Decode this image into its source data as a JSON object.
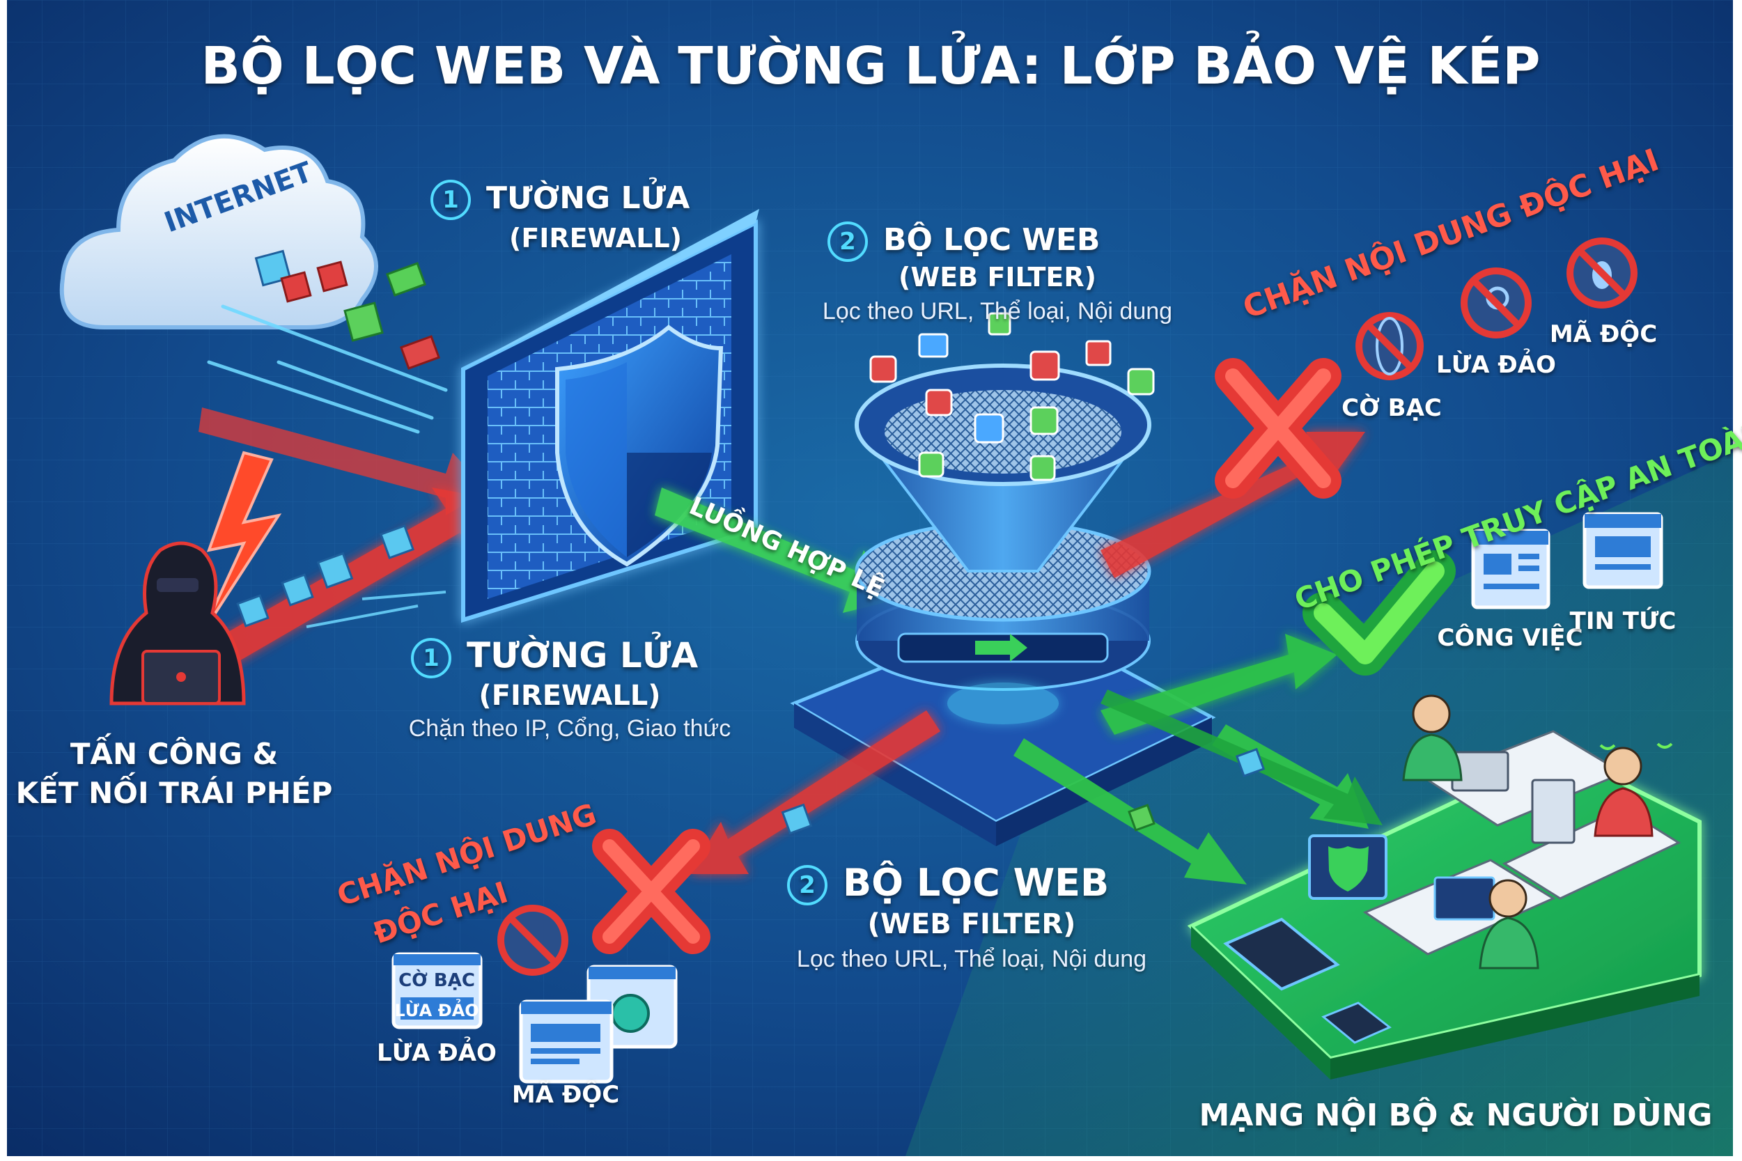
{
  "title": "BỘ LỌC WEB VÀ TƯỜNG LỬA: LỚP BẢO VỆ KÉP",
  "internet": {
    "label": "INTERNET"
  },
  "firewall_top": {
    "number": "1",
    "title": "TƯỜNG LỬA",
    "subtitle": "(FIREWALL)"
  },
  "webfilter_top": {
    "number": "2",
    "title": "BỘ LỌC WEB",
    "subtitle": "(WEB FILTER)",
    "description": "Lọc theo URL, Thể loại, Nội dung"
  },
  "firewall_bottom": {
    "number": "1",
    "title": "TƯỜNG LỬA",
    "subtitle": "(FIREWALL)",
    "description": "Chặn theo IP, Cổng, Giao thức"
  },
  "webfilter_bottom": {
    "number": "2",
    "title": "BỘ LỌC WEB",
    "subtitle": "(WEB FILTER)",
    "description": "Lọc theo URL, Thể loại, Nội dung"
  },
  "valid_flow": {
    "label": "LUỒNG HỢP LỆ"
  },
  "attacker": {
    "line1": "TẤN CÔNG &",
    "line2": "KẾT NỐI TRÁI PHÉP"
  },
  "block_top": {
    "label": "CHẶN NỘI DUNG ĐỘC HẠI",
    "items": [
      {
        "label": "CỜ BẠC",
        "icon": "globe-block-icon"
      },
      {
        "label": "LỪA ĐẢO",
        "icon": "fishing-block-icon"
      },
      {
        "label": "MÃ ĐỘC",
        "icon": "bug-block-icon"
      }
    ]
  },
  "allow": {
    "label": "CHO PHÉP TRUY CẬP AN TOÀN",
    "items": [
      {
        "label": "CÔNG VIỆC",
        "icon": "work-page-icon"
      },
      {
        "label": "TIN TỨC",
        "icon": "news-page-icon"
      }
    ]
  },
  "block_bottom": {
    "line1": "CHẶN NỘI DUNG",
    "line2": "ĐỘC HẠI",
    "card_label_1": "CỜ BẠC",
    "card_label_2": "LỪA ĐẢO",
    "items": [
      {
        "label": "LỪA ĐẢO"
      },
      {
        "label": "MÃ ĐỘC"
      }
    ]
  },
  "network": {
    "label": "MẠNG NỘI BỘ & NGƯỜI DÙNG"
  },
  "colors": {
    "background": "#0f3d7c",
    "block_red": "#e53935",
    "allow_green": "#35d04a",
    "accent_cyan": "#52dcff",
    "block_text": "#ff5a4a",
    "allow_text": "#6ef05a"
  }
}
